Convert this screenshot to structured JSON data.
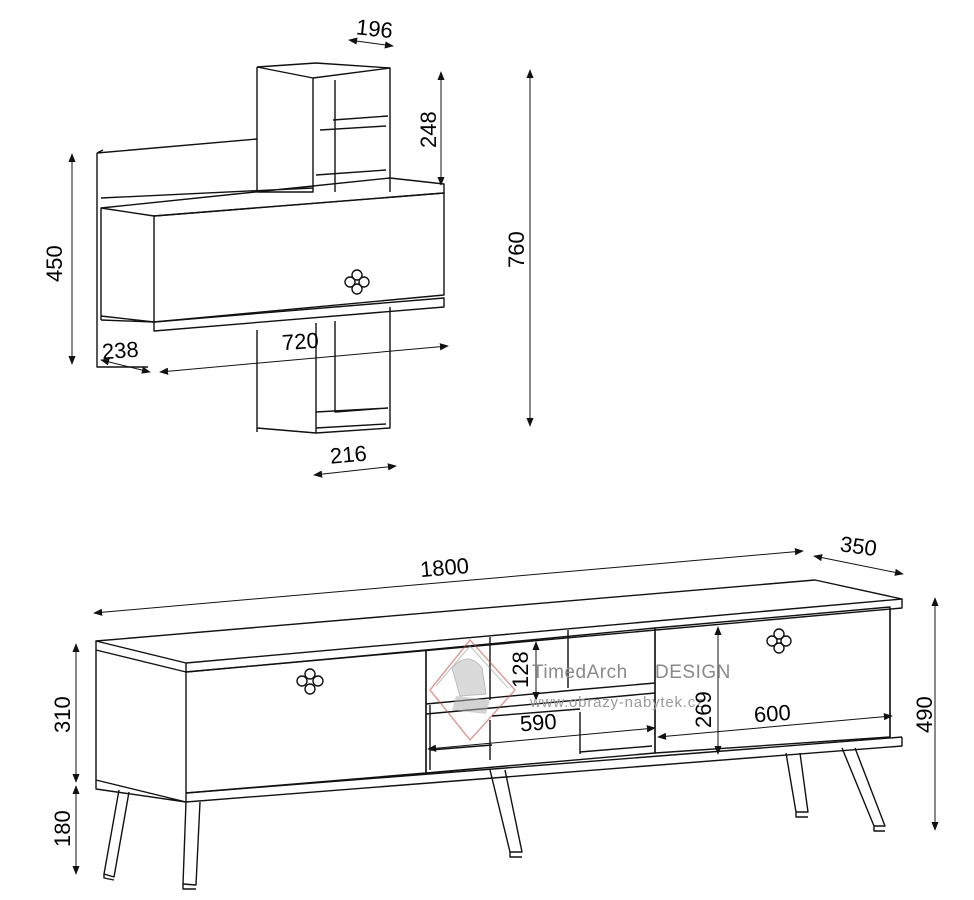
{
  "wall_shelf": {
    "dims": {
      "top_width": "196",
      "top_height": "248",
      "height": "450",
      "total_height": "760",
      "depth": "238",
      "width": "720",
      "bottom_width": "216"
    }
  },
  "tv_stand": {
    "dims": {
      "length": "1800",
      "depth": "350",
      "open_shelf_height": "128",
      "compartment_height": "269",
      "middle_width": "590",
      "door_width": "600",
      "body_height": "310",
      "leg_height": "180",
      "total_height": "490"
    }
  },
  "watermark": {
    "brand_a": "TimedArch",
    "brand_b": "DESIGN",
    "site": "www.obrazy-nabytek.cz"
  },
  "colors": {
    "line": "#111111",
    "watermark": "#8a8a8a",
    "watermark_accent": "#c0504d"
  }
}
